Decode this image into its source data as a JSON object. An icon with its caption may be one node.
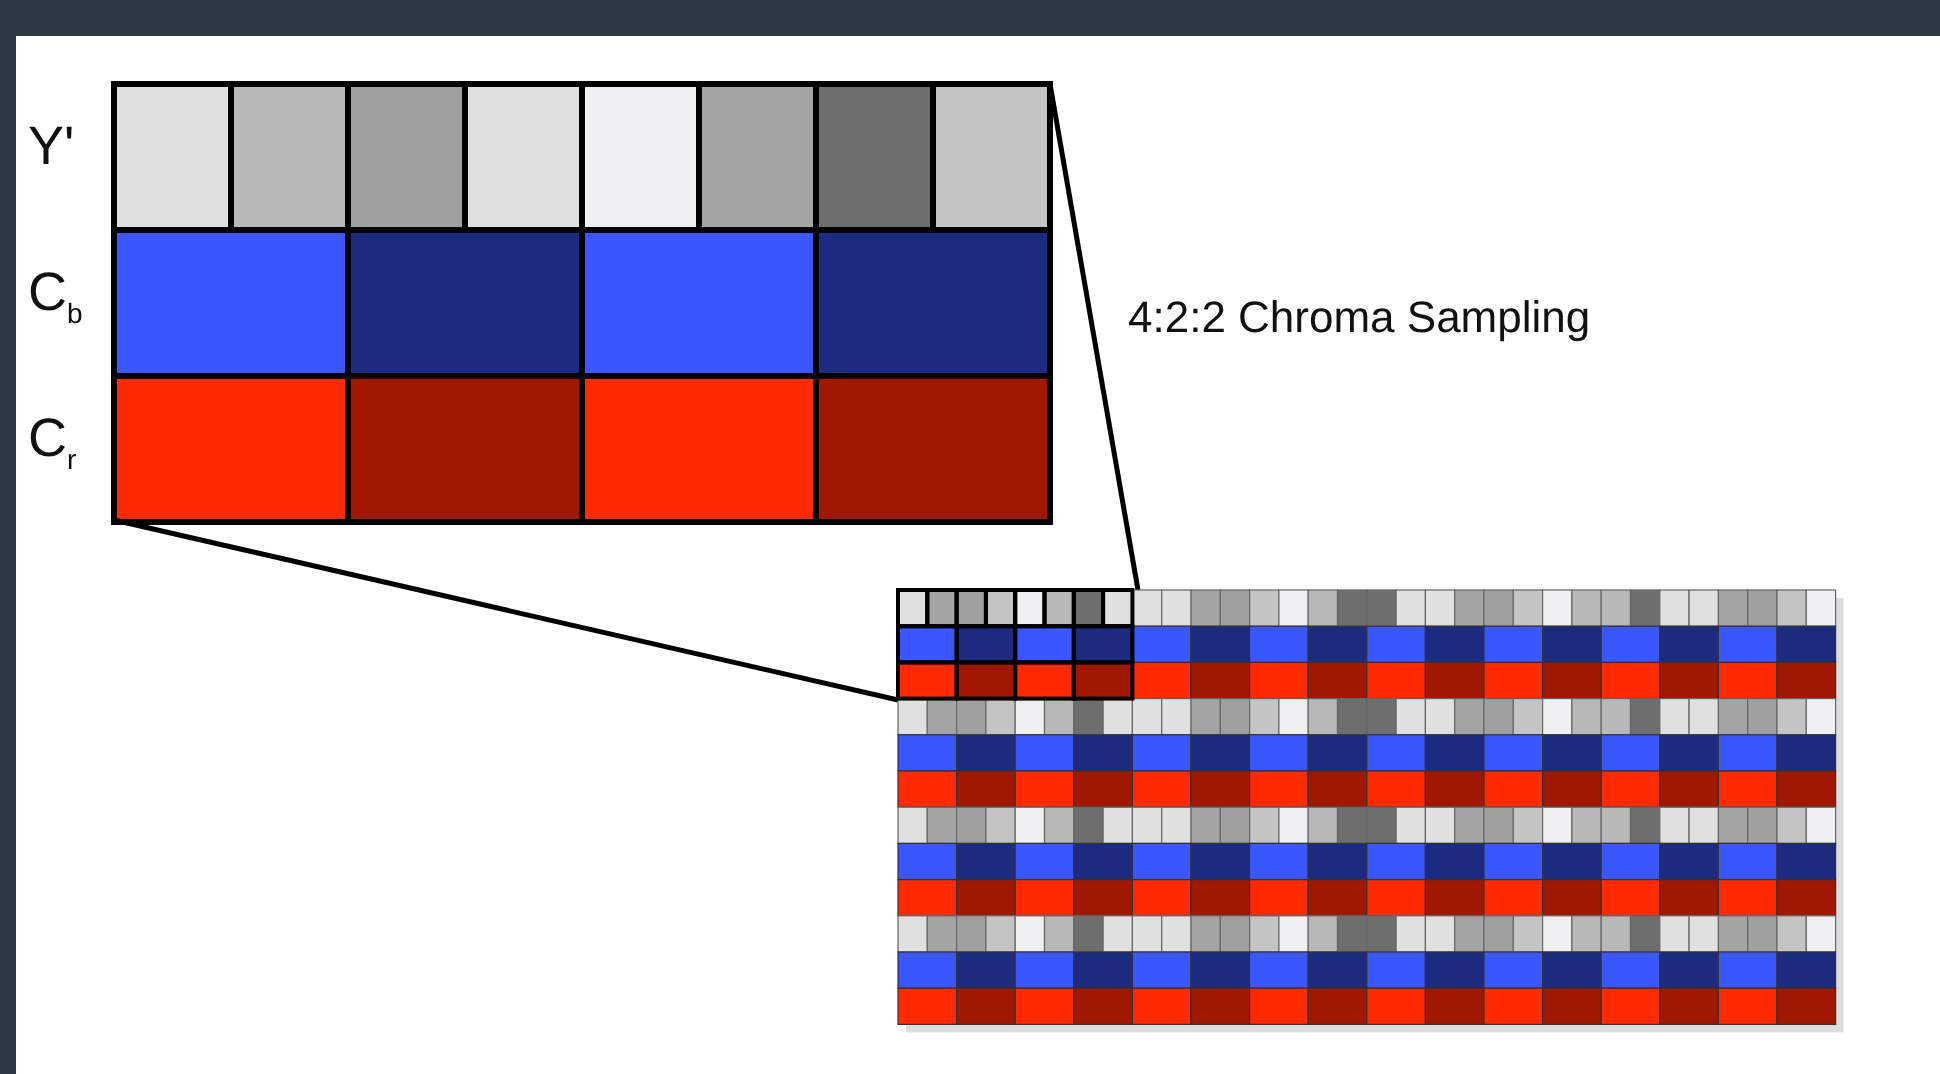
{
  "diagram": {
    "title": "4:2:2 Chroma Sampling",
    "labels": [
      "Y'",
      "C$_{b}$",
      "C$_{r}$"
    ]
  }
}
